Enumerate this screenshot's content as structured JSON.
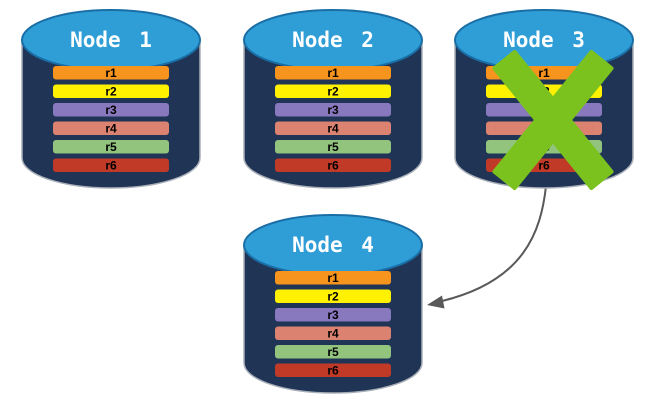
{
  "diagram": {
    "description": "Database replication diagram: four nodes each storing rows r1-r6; Node 3 is crossed out and an arrow points to Node 4",
    "failed_node_label": "Node 3",
    "nodes": [
      {
        "label": "Node 1",
        "rows": [
          "r1",
          "r2",
          "r3",
          "r4",
          "r5",
          "r6"
        ]
      },
      {
        "label": "Node 2",
        "rows": [
          "r1",
          "r2",
          "r3",
          "r4",
          "r5",
          "r6"
        ]
      },
      {
        "label": "Node 3",
        "rows": [
          "r1",
          "r2",
          "r3",
          "r4",
          "r5",
          "r6"
        ]
      },
      {
        "label": "Node 4",
        "rows": [
          "r1",
          "r2",
          "r3",
          "r4",
          "r5",
          "r6"
        ]
      }
    ],
    "row_colors": [
      "#F7941D",
      "#FFF100",
      "#8878BE",
      "#DB8271",
      "#92C47E",
      "#C13A28"
    ],
    "colors": {
      "cylinder_body": "#203456",
      "cylinder_top": "#2F9ED7",
      "x_mark": "#7CC21E",
      "arrow": "#595959"
    }
  }
}
